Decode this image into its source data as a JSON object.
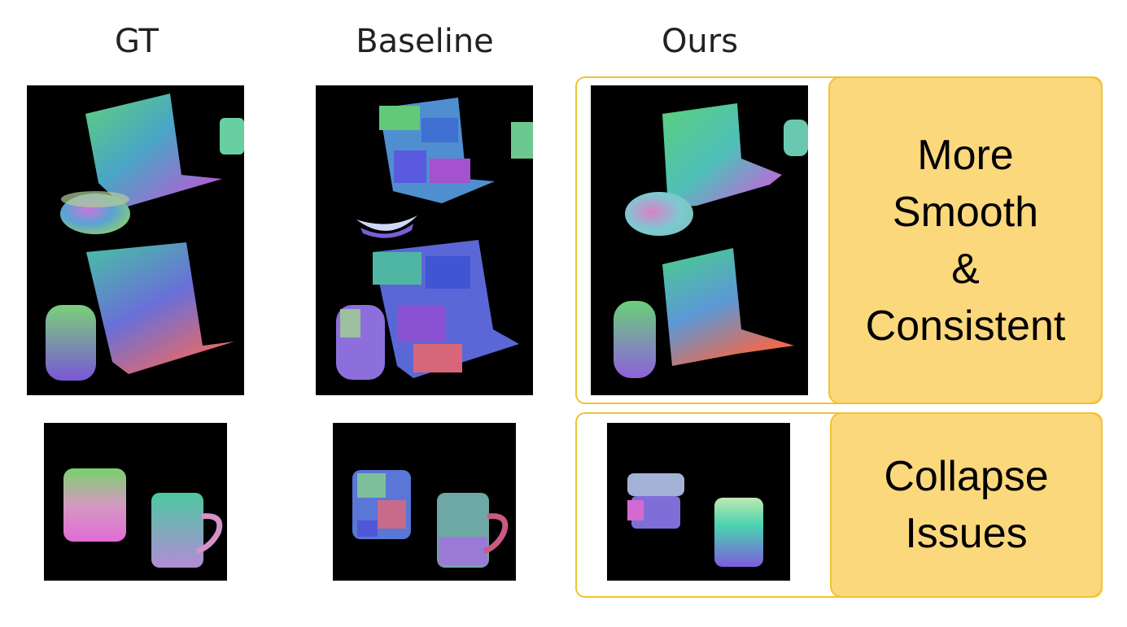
{
  "columns": {
    "gt": "GT",
    "baseline": "Baseline",
    "ours": "Ours"
  },
  "callouts": {
    "top": "More\nSmooth\n&\nConsistent",
    "bottom": "Collapse\nIssues"
  },
  "colors": {
    "highlight_border": "#f2c230",
    "highlight_fill": "#fcd87c",
    "panel_background": "#000000"
  }
}
